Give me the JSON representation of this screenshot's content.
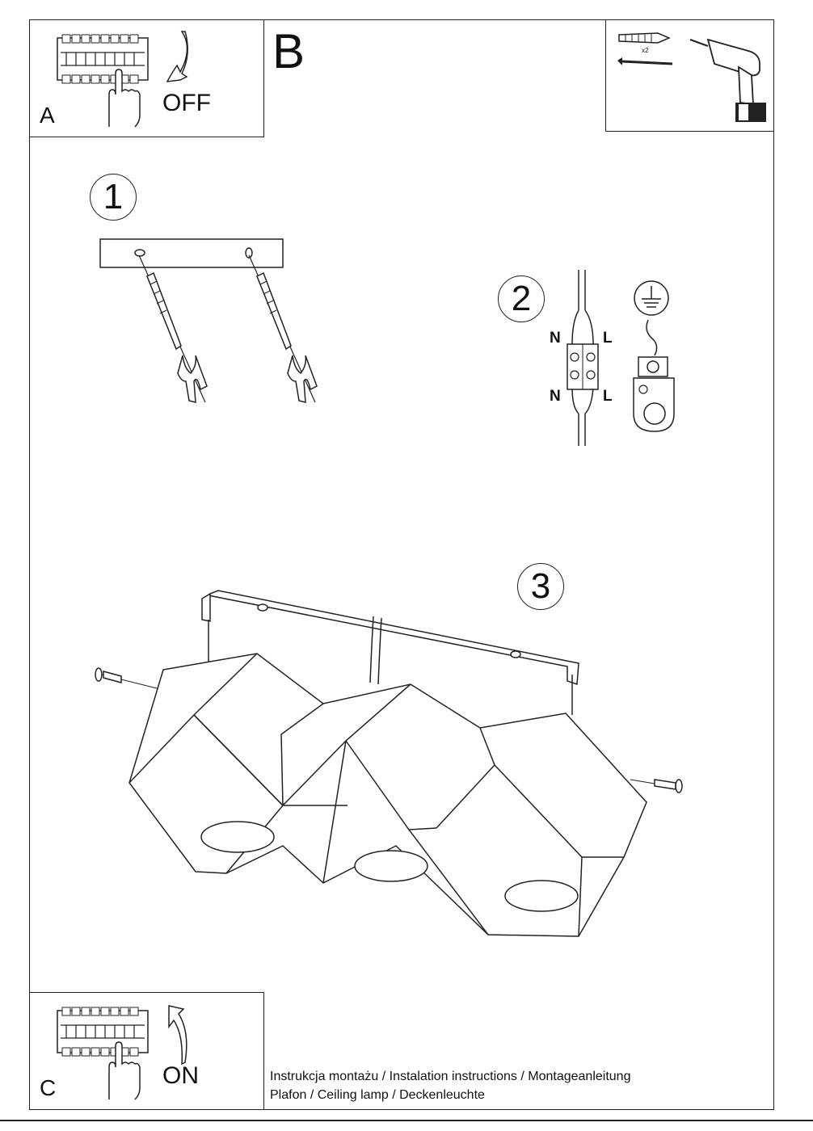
{
  "panel_a": {
    "letter": "A",
    "switch_text": "OFF"
  },
  "panel_b": {
    "letter": "B",
    "quantity": "x2"
  },
  "panel_c": {
    "letter": "C",
    "switch_text": "ON"
  },
  "steps": {
    "step1": "1",
    "step2": "2",
    "step3": "3"
  },
  "wiring": {
    "neutral_top": "N",
    "live_top": "L",
    "neutral_bottom": "N",
    "live_bottom": "L"
  },
  "caption": {
    "line1": "Instrukcja montażu / Instalation instructions / Montageanleitung",
    "line2": "Plafon / Ceiling lamp / Deckenleuchte"
  },
  "icons": [
    "breaker-panel-icon",
    "hand-icon",
    "curved-arrow-down-icon",
    "curved-arrow-up-icon",
    "wall-plug-icon",
    "screw-icon",
    "drill-icon",
    "ground-symbol-icon",
    "terminal-block-icon",
    "ground-terminal-icon",
    "mounting-bracket-icon",
    "lamp-body-icon"
  ]
}
